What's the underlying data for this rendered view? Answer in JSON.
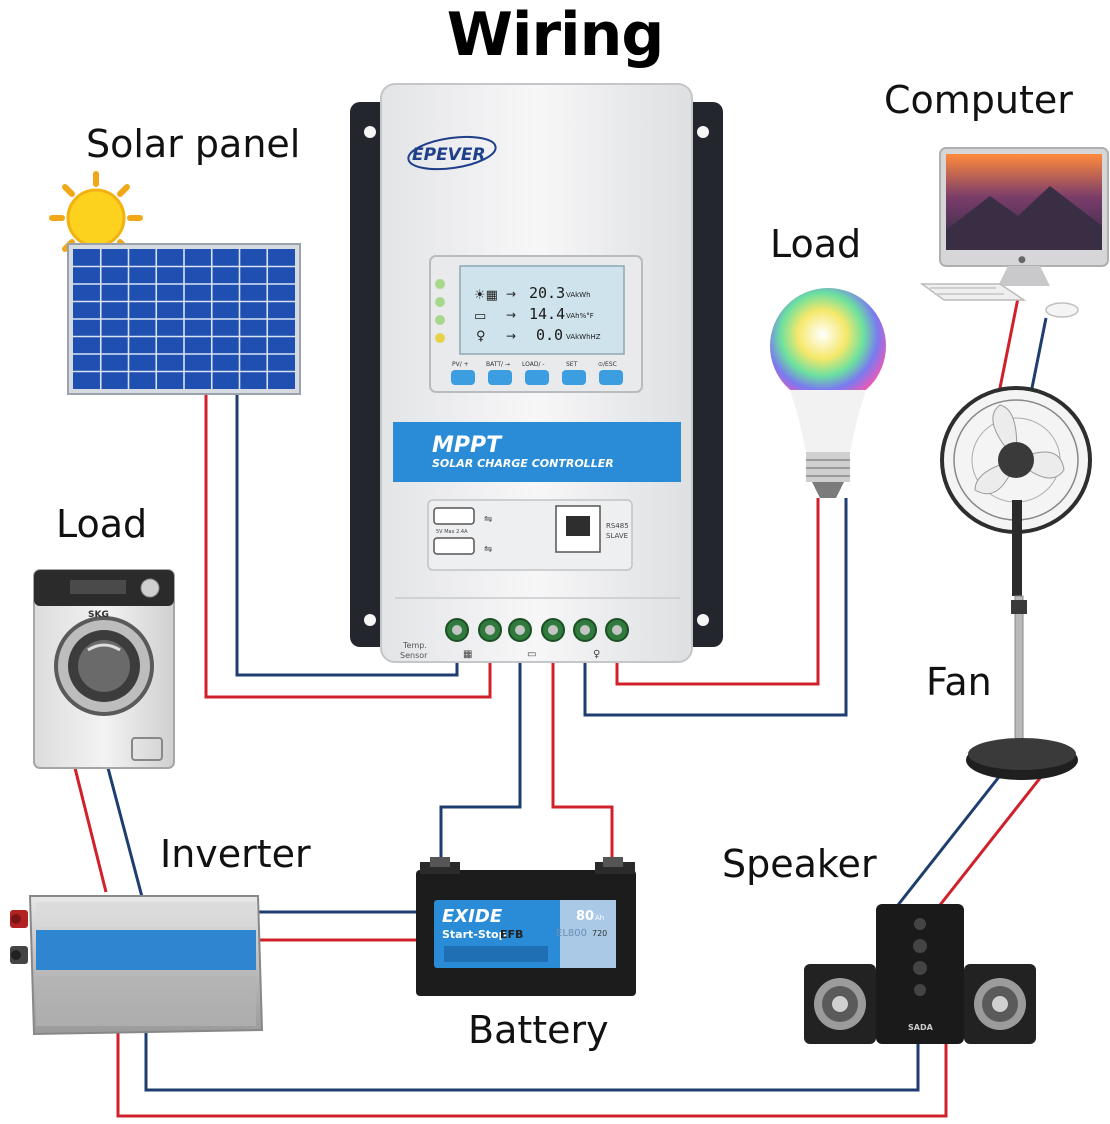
{
  "title": "Wiring",
  "labels": {
    "solar_panel": "Solar panel",
    "computer": "Computer",
    "load_bulb": "Load",
    "load_washer": "Load",
    "fan": "Fan",
    "inverter": "Inverter",
    "speaker": "Speaker",
    "battery": "Battery"
  },
  "controller": {
    "brand": "EPEVER",
    "lcd_rows": [
      {
        "value": "20.3",
        "units": "VAkWh"
      },
      {
        "value": "14.4",
        "units": "VAh%°F"
      },
      {
        "value": "0.0",
        "units": "VAkWhHZ"
      }
    ],
    "buttons": [
      "PV/ +",
      "BATT/ →",
      "LOAD/ -",
      "SET",
      "⊙/ESC"
    ],
    "mppt": "MPPT",
    "subtitle": "SOLAR CHARGE CONTROLLER",
    "usb_note": "5V Max 2.4A",
    "rs485": "RS485",
    "slave": "SLAVE",
    "temp": "Temp.",
    "sensor": "Sensor"
  },
  "battery": {
    "brand": "EXIDE",
    "product": "Start-Stop",
    "product_suffix": "EFB",
    "ah": "80",
    "model": "EL800",
    "ah_unit": "Ah",
    "capacity": "720"
  },
  "washer_brand": "SKG",
  "speaker_brand": "SADA",
  "wire_colors": {
    "positive": "#d0202a",
    "negative": "#1d3e6e"
  },
  "colors": {
    "accent_blue": "#2a8bd6",
    "panel_blue": "#1f4fb0"
  }
}
